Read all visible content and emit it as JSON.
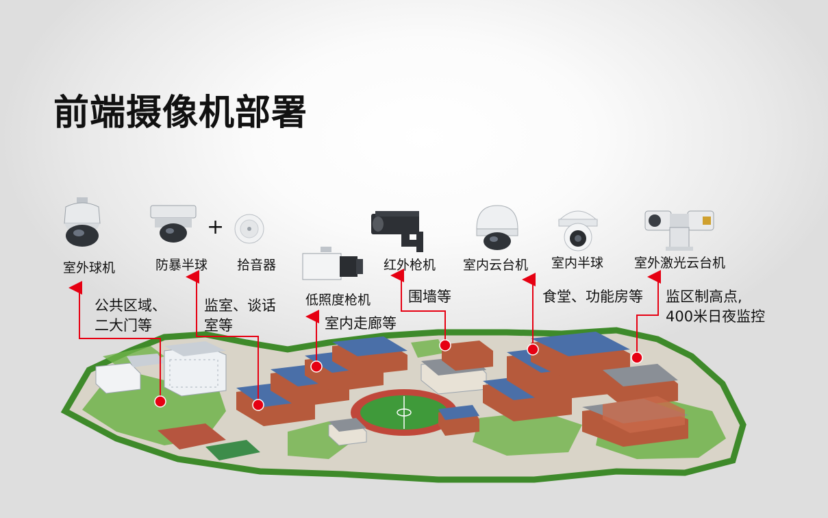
{
  "page": {
    "title": "前端摄像机部署"
  },
  "cameras": [
    {
      "id": "outdoor-speed-dome",
      "label": "室外球机",
      "icon": "speed-dome-camera-icon"
    },
    {
      "id": "anti-riot-dome",
      "label": "防暴半球",
      "icon": "mini-dome-camera-icon"
    },
    {
      "id": "pickup",
      "label": "拾音器",
      "icon": "microphone-pickup-icon"
    },
    {
      "id": "low-light-bullet",
      "label": "低照度枪机",
      "icon": "box-camera-icon"
    },
    {
      "id": "ir-bullet",
      "label": "红外枪机",
      "icon": "ir-bullet-camera-icon"
    },
    {
      "id": "indoor-ptz",
      "label": "室内云台机",
      "icon": "indoor-dome-camera-icon"
    },
    {
      "id": "indoor-dome",
      "label": "室内半球",
      "icon": "turret-camera-icon"
    },
    {
      "id": "outdoor-laser-ptz",
      "label": "室外激光云台机",
      "icon": "laser-ptz-camera-icon"
    }
  ],
  "plus_sign": "+",
  "locations": [
    {
      "id": "public-area",
      "lines": [
        "公共区域、",
        "二大门等"
      ]
    },
    {
      "id": "monitoring-room",
      "lines": [
        "监室、谈话",
        "室等"
      ]
    },
    {
      "id": "corridor",
      "lines": [
        "室内走廊等"
      ]
    },
    {
      "id": "wall",
      "lines": [
        "围墙等"
      ]
    },
    {
      "id": "canteen",
      "lines": [
        "食堂、功能房等"
      ]
    },
    {
      "id": "high-point",
      "lines": [
        "监区制高点,",
        "400米日夜监控"
      ]
    }
  ],
  "colors": {
    "accent": "#e60012",
    "grass": "#5ba33b",
    "roof": "#4a6fa8",
    "brick": "#b65a3c",
    "track": "#c0473a"
  }
}
